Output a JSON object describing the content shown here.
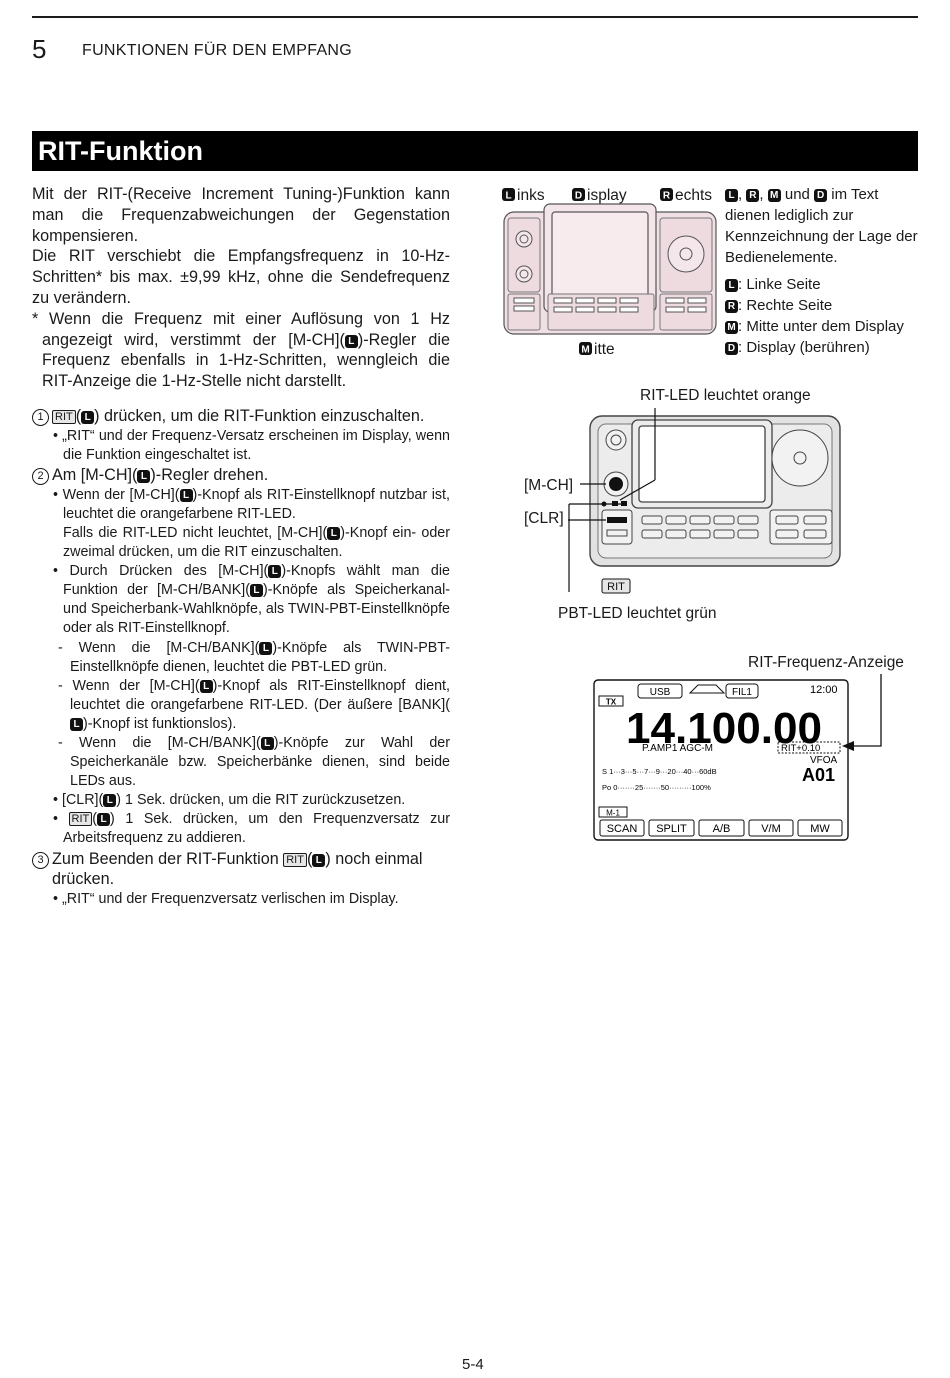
{
  "header": {
    "chapter_number": "5",
    "chapter_title": "FUNKTIONEN FÜR DEN EMPFANG"
  },
  "section": {
    "title": "RIT-Funktion"
  },
  "intro": {
    "p1": "Mit der RIT-(Receive Increment Tuning-)Funktion kann man die Frequenzabweichungen der Gegenstation kompensieren.",
    "p2": "Die RIT verschiebt die Empfangsfrequenz in 10-Hz-Schritten* bis max. ±9,99 kHz, ohne die Sendefrequenz zu verändern.",
    "note_a": "* Wenn die Frequenz mit einer Auflösung von 1 Hz angezeigt wird, verstimmt der [M-CH](",
    "note_b": ")-Regler die Frequenz ebenfalls in 1-Hz-Schritten, wenngleich die RIT-Anzeige die 1-Hz-Stelle nicht darstellt."
  },
  "keys": {
    "rit": "RIT",
    "L": "L",
    "R": "R",
    "M": "M",
    "D": "D"
  },
  "steps": {
    "s1_num": "1",
    "s1_text": ") drücken, um die RIT-Funktion einzuschalten.",
    "s1_b1": "„RIT“ und der Frequenz-Versatz erscheinen im Display, wenn die Funktion eingeschaltet ist.",
    "s2_num": "2",
    "s2_a": "Am [M-CH](",
    "s2_b": ")-Regler drehen.",
    "s2_b1_a": "Wenn der [M-CH](",
    "s2_b1_b": ")-Knopf als RIT-Einstellknopf nutzbar ist, leuchtet die orangefarbene RIT-LED.",
    "s2_b1c_a": "Falls die RIT-LED nicht leuchtet, [M-CH](",
    "s2_b1c_b": ")-Knopf ein- oder zweimal drücken, um die RIT einzuschalten.",
    "s2_b2_a": "Durch Drücken des [M-CH](",
    "s2_b2_b": ")-Knopfs wählt man die Funktion der [M-CH/BANK](",
    "s2_b2_c": ")-Knöpfe als Speicherkanal- und Speicherbank-Wahlknöpfe, als TWIN-PBT-Einstellknöpfe oder als RIT-Einstellknopf.",
    "s2_d1_a": "- Wenn die [M-CH/BANK](",
    "s2_d1_b": ")-Knöpfe als TWIN-PBT-Einstellknöpfe dienen, leuchtet die PBT-LED grün.",
    "s2_d2_a": "- Wenn der [M-CH](",
    "s2_d2_b": ")-Knopf als RIT-Einstellknopf dient, leuchtet die orangefarbene RIT-LED. (Der äußere [BANK](",
    "s2_d2_c": ")-Knopf ist funktionslos).",
    "s2_d3_a": "- Wenn die [M-CH/BANK](",
    "s2_d3_b": ")-Knöpfe zur Wahl der Speicherkanäle bzw. Speicherbänke dienen, sind beide LEDs aus.",
    "s2_b3_a": "[CLR](",
    "s2_b3_b": ") 1 Sek. drücken, um die RIT zurückzusetzen.",
    "s2_b4_b": ") 1 Sek. drücken, um den Frequenzversatz zur Arbeitsfrequenz zu addieren.",
    "s3_num": "3",
    "s3_a": "Zum Beenden der RIT-Funktion ",
    "s3_c": ") noch einmal drücken.",
    "s3_b1": "„RIT“ und der Frequenzversatz verlischen im Display."
  },
  "legend_diagram": {
    "links": "inks",
    "display": "isplay",
    "rechts": "echts",
    "mitte": "itte"
  },
  "legend_text": {
    "p1_sep1": ", ",
    "p1_sep2": ", ",
    "p1_und": " und ",
    "p1_rest": " im Text dienen lediglich zur Kennzeichnung der Lage der Bedienelemente.",
    "l_line": ": Linke Seite",
    "r_line": ": Rechte Seite",
    "m_line": ": Mitte unter dem Display",
    "d_line": ": Display (berühren)"
  },
  "radio_diagram": {
    "rit_led": "RIT-LED leuchtet orange",
    "mch": "[M-CH]",
    "clr": "[CLR]",
    "rit_key": "RIT",
    "pbt_led": "PBT-LED leuchtet grün"
  },
  "screen": {
    "caption": "RIT-Frequenz-Anzeige",
    "tx": "TX",
    "mode": "USB",
    "filter": "FIL1",
    "time": "12:00",
    "frequency": "14.100.00",
    "status": "P.AMP1 AGC-M",
    "rit": "RIT+0.10",
    "vfo": "VFOA",
    "channel": "A01",
    "meter_s": "S 1···3···5···7···9···20···40···60dB",
    "meter_po": "Po 0·······25·······50·········100%",
    "memory": "M-1",
    "soft_keys": [
      "SCAN",
      "SPLIT",
      "A/B",
      "V/M",
      "MW"
    ]
  },
  "footer": {
    "page": "5-4"
  }
}
